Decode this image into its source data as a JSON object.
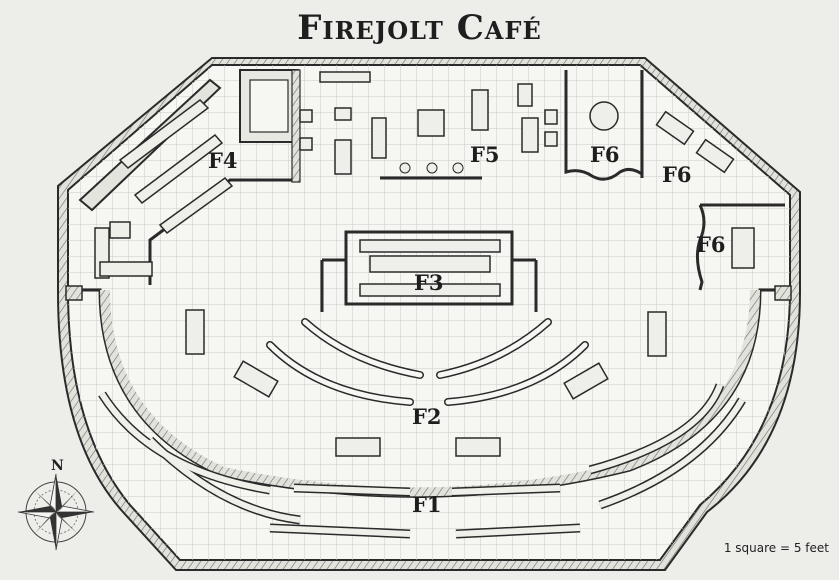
{
  "map": {
    "title": "Firejolt Café",
    "scale_note": "1 square = 5 feet",
    "compass": {
      "icon": "compass-rose-icon",
      "north_label": "N"
    },
    "areas": [
      {
        "id": "F1",
        "label": "F1"
      },
      {
        "id": "F2",
        "label": "F2"
      },
      {
        "id": "F3",
        "label": "F3"
      },
      {
        "id": "F4",
        "label": "F4"
      },
      {
        "id": "F5",
        "label": "F5"
      },
      {
        "id": "F6a",
        "label": "F6"
      },
      {
        "id": "F6b",
        "label": "F6"
      },
      {
        "id": "F6c",
        "label": "F6"
      }
    ],
    "colors": {
      "paper": "#edeeea",
      "floor": "#f6f6f2",
      "grid": "#c9cbc6",
      "wall": "#2a2a2a",
      "ink": "#1e1e1e"
    }
  }
}
